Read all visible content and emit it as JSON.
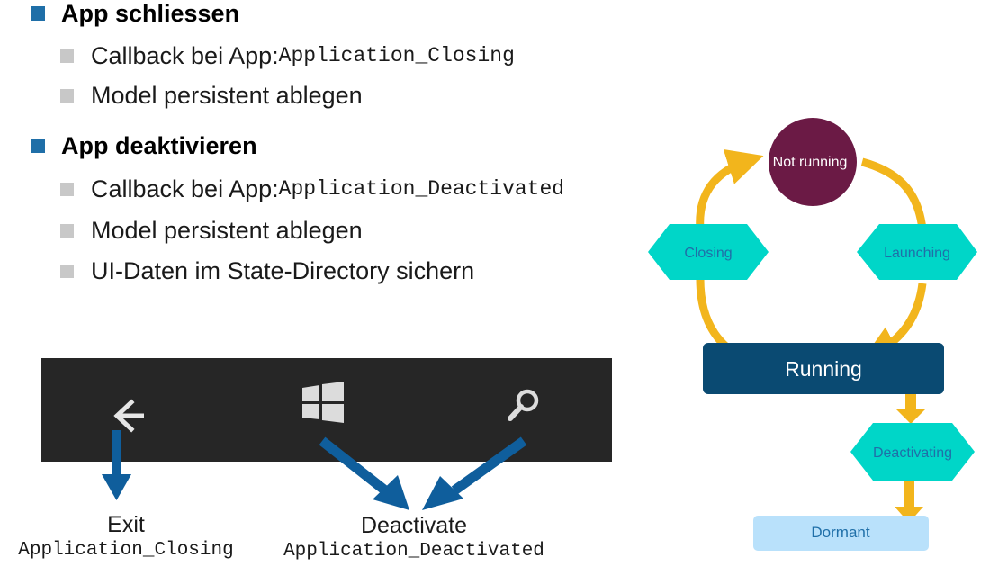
{
  "bullets": {
    "close_heading": "App schliessen",
    "close_items": [
      {
        "text": "Callback bei App: ",
        "code": "Application_Closing"
      },
      {
        "text": "Model persistent ablegen",
        "code": ""
      }
    ],
    "deactivate_heading": "App deaktivieren",
    "deactivate_items": [
      {
        "text": "Callback bei App: ",
        "code": "Application_Deactivated"
      },
      {
        "text": "Model persistent ablegen",
        "code": ""
      },
      {
        "text": "UI-Daten im State-Directory sichern",
        "code": ""
      }
    ]
  },
  "taskbar": {
    "icons": [
      "back-arrow-icon",
      "windows-logo-icon",
      "search-icon"
    ]
  },
  "captions": {
    "exit_label": "Exit",
    "exit_code": "Application_Closing",
    "deactivate_label": "Deactivate",
    "deactivate_code": "Application_Deactivated"
  },
  "lifecycle": {
    "not_running": "Not running",
    "closing": "Closing",
    "launching": "Launching",
    "running": "Running",
    "deactivating": "Deactivating",
    "dormant": "Dormant"
  },
  "colors": {
    "bullet_primary": "#1f6fa8",
    "bullet_secondary": "#c8c8c8",
    "arrow_blue": "#0f5e9c",
    "arrow_gold": "#f2b51c",
    "not_running_circle": "#6b1a45",
    "hexagon": "#00d6c8",
    "running_box": "#0a4a72",
    "dormant_box": "#b9e1fb",
    "taskbar": "#262626"
  }
}
